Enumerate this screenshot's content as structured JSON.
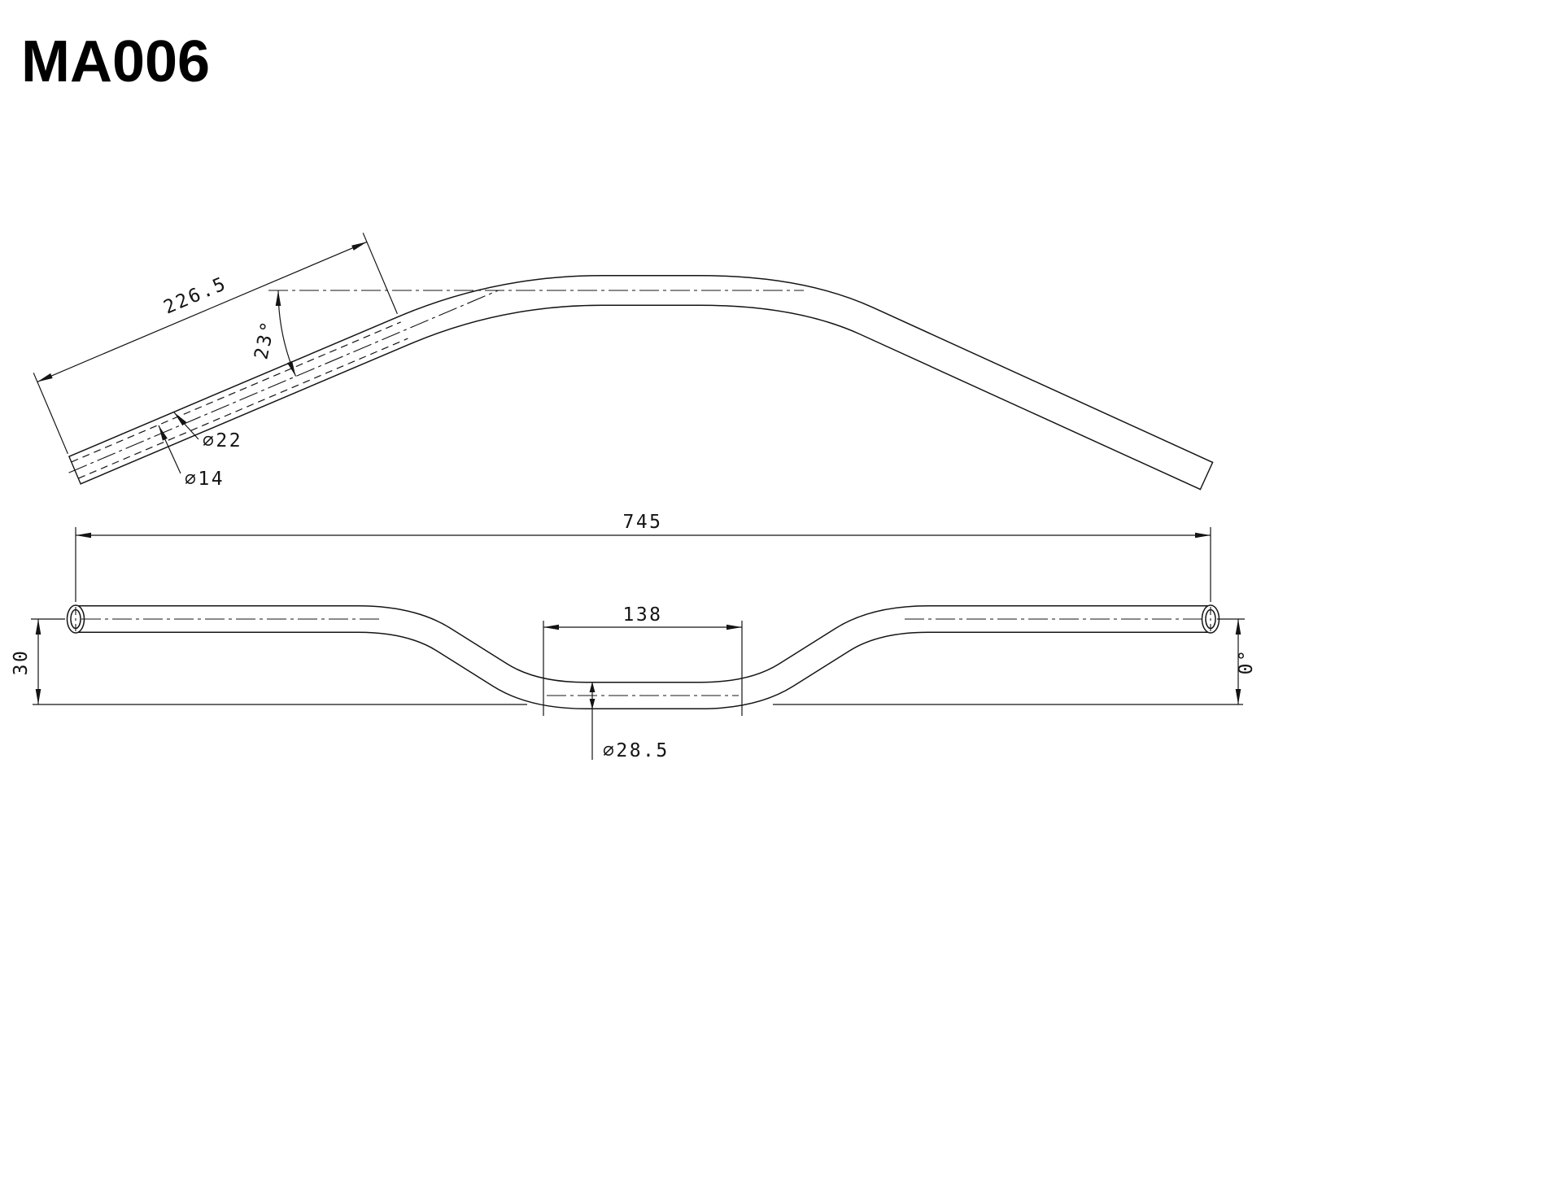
{
  "title": "MA006",
  "drawing": {
    "line_color": "#141414",
    "background": "#ffffff"
  },
  "top_view": {
    "grip_length": "226.5",
    "bend_angle": "23°",
    "grip_outer_diameter": "⌀22",
    "grip_inner_diameter": "⌀14"
  },
  "front_view": {
    "overall_width": "745",
    "center_section_width": "138",
    "rise": "30",
    "end_angle": "0°",
    "center_diameter": "⌀28.5"
  }
}
